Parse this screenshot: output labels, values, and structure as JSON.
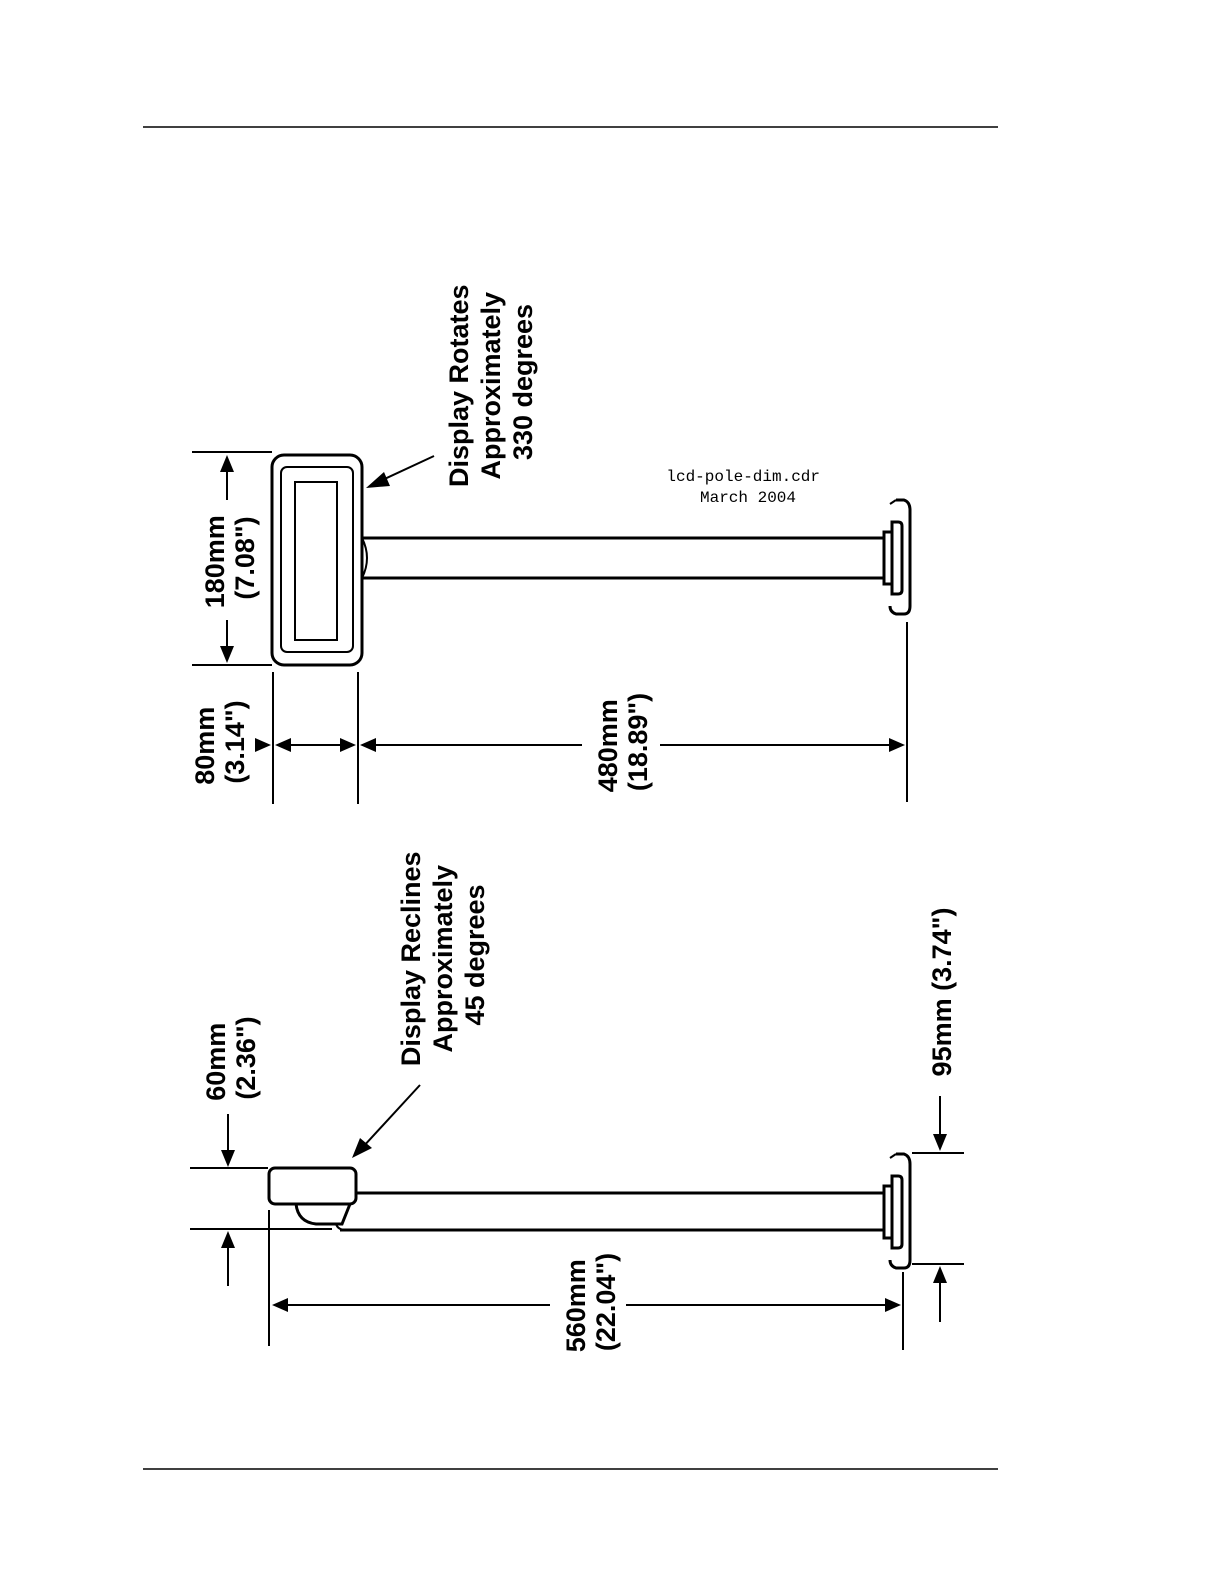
{
  "file_note": {
    "filename": "lcd-pole-dim.cdr",
    "date": "March 2004"
  },
  "front_view": {
    "rotation_note": [
      "Display Rotates",
      "Approximately",
      "330 degrees"
    ],
    "display_width": [
      "180mm",
      "(7.08\")"
    ],
    "display_height": [
      "80mm",
      "(3.14\")"
    ],
    "pole_height": [
      "480mm",
      "(18.89\")"
    ]
  },
  "side_view": {
    "recline_note": [
      "Display Reclines",
      "Approximately",
      "45 degrees"
    ],
    "display_depth": [
      "60mm",
      "(2.36\")"
    ],
    "overall_height": [
      "560mm",
      "(22.04\")"
    ],
    "base_width": "95mm (3.74\")"
  }
}
